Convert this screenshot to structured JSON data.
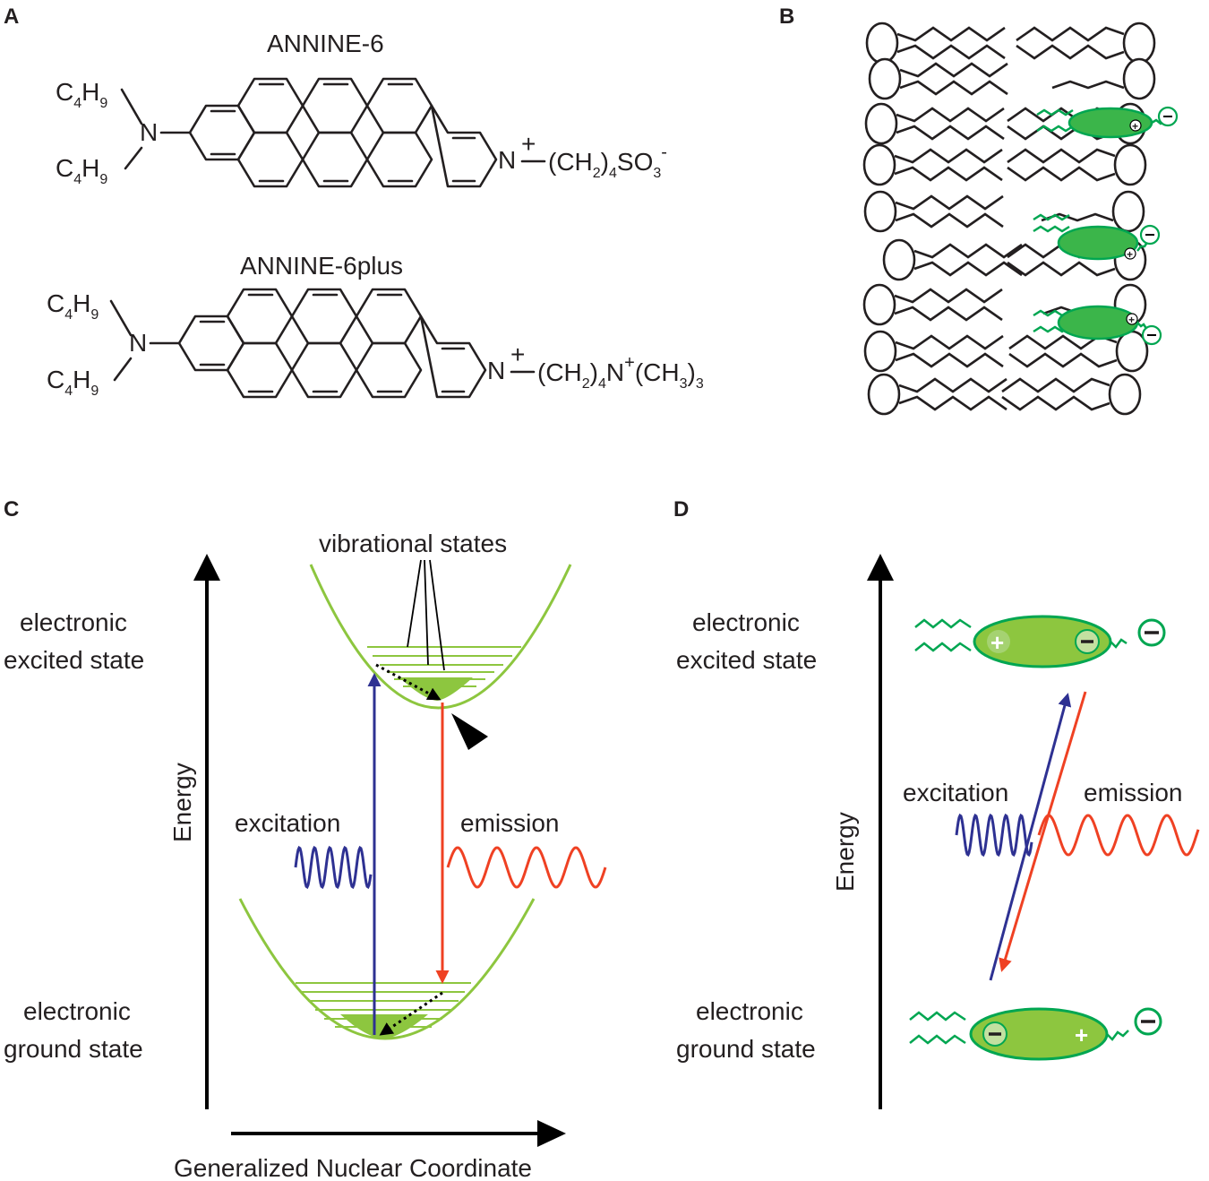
{
  "panels": {
    "A": {
      "letter": "A",
      "molecule1": {
        "name": "ANNINE-6",
        "amine_group": "C4H9",
        "amine_n": "N",
        "pyridinium_n": "N",
        "charge": "+",
        "linker": "(CH2)4",
        "end_group": "SO3",
        "end_charge": "-"
      },
      "molecule2": {
        "name": "ANNINE-6plus",
        "amine_group": "C4H9",
        "amine_n": "N",
        "pyridinium_n": "N",
        "charge": "+",
        "linker": "(CH2)4",
        "end_group": "N+(CH3)3"
      }
    },
    "B": {
      "letter": "B",
      "description_color": "#00a651"
    },
    "C": {
      "letter": "C",
      "vibrational_states": "vibrational states",
      "excited_label_1": "electronic",
      "excited_label_2": "excited state",
      "ground_label_1": "electronic",
      "ground_label_2": "ground state",
      "y_axis": "Energy",
      "x_axis": "Generalized Nuclear Coordinate",
      "excitation": "excitation",
      "emission": "emission"
    },
    "D": {
      "letter": "D",
      "excited_label_1": "electronic",
      "excited_label_2": "excited state",
      "ground_label_1": "electronic",
      "ground_label_2": "ground state",
      "y_axis": "Energy",
      "excitation": "excitation",
      "emission": "emission",
      "plus_sign": "+",
      "minus_sign": "−"
    }
  },
  "colors": {
    "excitation": "#2e3192",
    "emission": "#ef4123",
    "potential": "#8dc63f",
    "dye": "#3bb54a",
    "dye_outline": "#00a651"
  }
}
